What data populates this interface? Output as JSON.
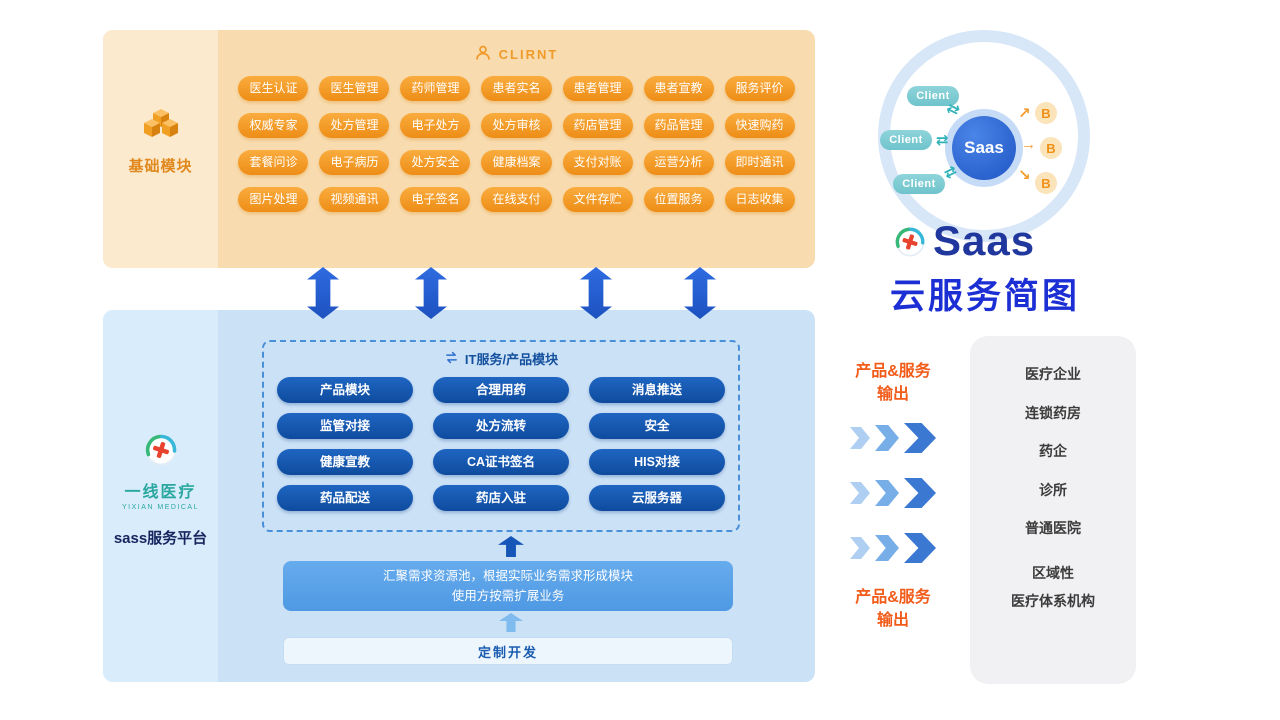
{
  "colors": {
    "orange_accent": "#f09a2a",
    "orange_button": "#ee8d17",
    "panel_orange_bg": "#f8dcb0",
    "panel_blue_bg": "#cbe1f6",
    "blue_button": "#0e4b9e",
    "arrow_blue": "#1d51c0",
    "title_blue": "#1b2fd4",
    "saas_logo_blue": "#20379e",
    "teal": "#2fb3b8",
    "flow_label_orange": "#f25c1a",
    "customer_panel_gray": "#f1f1f3"
  },
  "basic_modules": {
    "sidebar_label": "基础模块",
    "client_header": "CLIRNT",
    "rows": [
      [
        "医生认证",
        "医生管理",
        "药师管理",
        "患者实名",
        "患者管理",
        "患者宣教",
        "服务评价"
      ],
      [
        "权威专家",
        "处方管理",
        "电子处方",
        "处方审核",
        "药店管理",
        "药品管理",
        "快速购药"
      ],
      [
        "套餐问诊",
        "电子病历",
        "处方安全",
        "健康档案",
        "支付对账",
        "运营分析",
        "即时通讯"
      ],
      [
        "图片处理",
        "视频通讯",
        "电子签名",
        "在线支付",
        "文件存贮",
        "位置服务",
        "日志收集"
      ]
    ]
  },
  "platform": {
    "brand_name": "一线医疗",
    "brand_sub": "YIXIAN MEDICAL",
    "sidebar_label": "sass服务平台",
    "it_header": "IT服务/产品模块",
    "module_rows": [
      [
        "产品模块",
        "合理用药",
        "消息推送"
      ],
      [
        "监管对接",
        "处方流转",
        "安全"
      ],
      [
        "健康宣教",
        "CA证书签名",
        "HIS对接"
      ],
      [
        "药品配送",
        "药店入驻",
        "云服务器"
      ]
    ],
    "pool_line1": "汇聚需求资源池，根据实际业务需求形成模块",
    "pool_line2": "使用方按需扩展业务",
    "custom_dev_label": "定制开发"
  },
  "saas_diagram": {
    "center_label": "Saas",
    "clients": [
      "Client",
      "Client",
      "Client"
    ],
    "b_labels": [
      "B",
      "B",
      "B"
    ]
  },
  "title": {
    "logo_text": "Saas",
    "subtitle": "云服务简图"
  },
  "output_flow": {
    "top": [
      "产品&服务",
      "输出"
    ],
    "bottom": [
      "产品&服务",
      "输出"
    ]
  },
  "customers": {
    "items": [
      "医疗企业",
      "连锁药房",
      "药企",
      "诊所",
      "普通医院",
      "区域性\n医疗体系机构"
    ]
  }
}
